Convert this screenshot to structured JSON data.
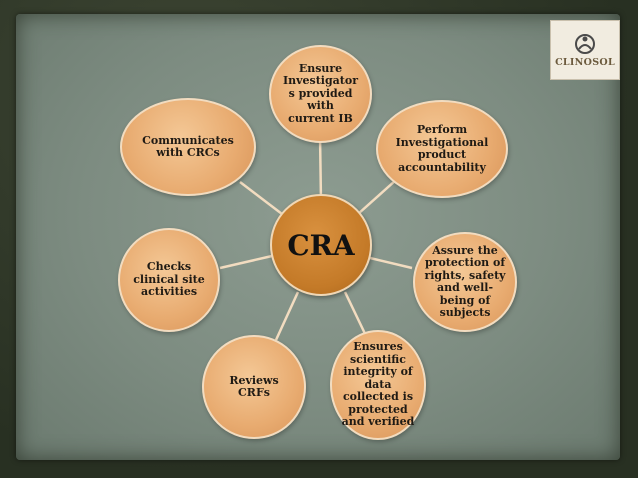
{
  "logo": {
    "text": "CLINOSOL"
  },
  "diagram": {
    "center": "CRA",
    "nodes": [
      {
        "id": "ib",
        "label": "Ensure\nInvestigator\ns provided\nwith\ncurrent IB"
      },
      {
        "id": "ip",
        "label": "Perform\nInvestigational\nproduct\naccountability"
      },
      {
        "id": "protection",
        "label": "Assure the\nprotection of\nrights, safety\nand well-\nbeing of\nsubjects"
      },
      {
        "id": "integrity",
        "label": "Ensures\nscientific\nintegrity of\ndata\ncollected is\nprotected\nand verified"
      },
      {
        "id": "crfs",
        "label": "Reviews\nCRFs"
      },
      {
        "id": "site",
        "label": "Checks\nclinical site\nactivities"
      },
      {
        "id": "crcs",
        "label": "Communicates\nwith CRCs"
      }
    ]
  },
  "colors": {
    "hub": "#c47a28",
    "node": "#e8ab70",
    "spoke": "#f2dcc0",
    "slide": "#7d8c81",
    "frame": "#2e3527"
  }
}
